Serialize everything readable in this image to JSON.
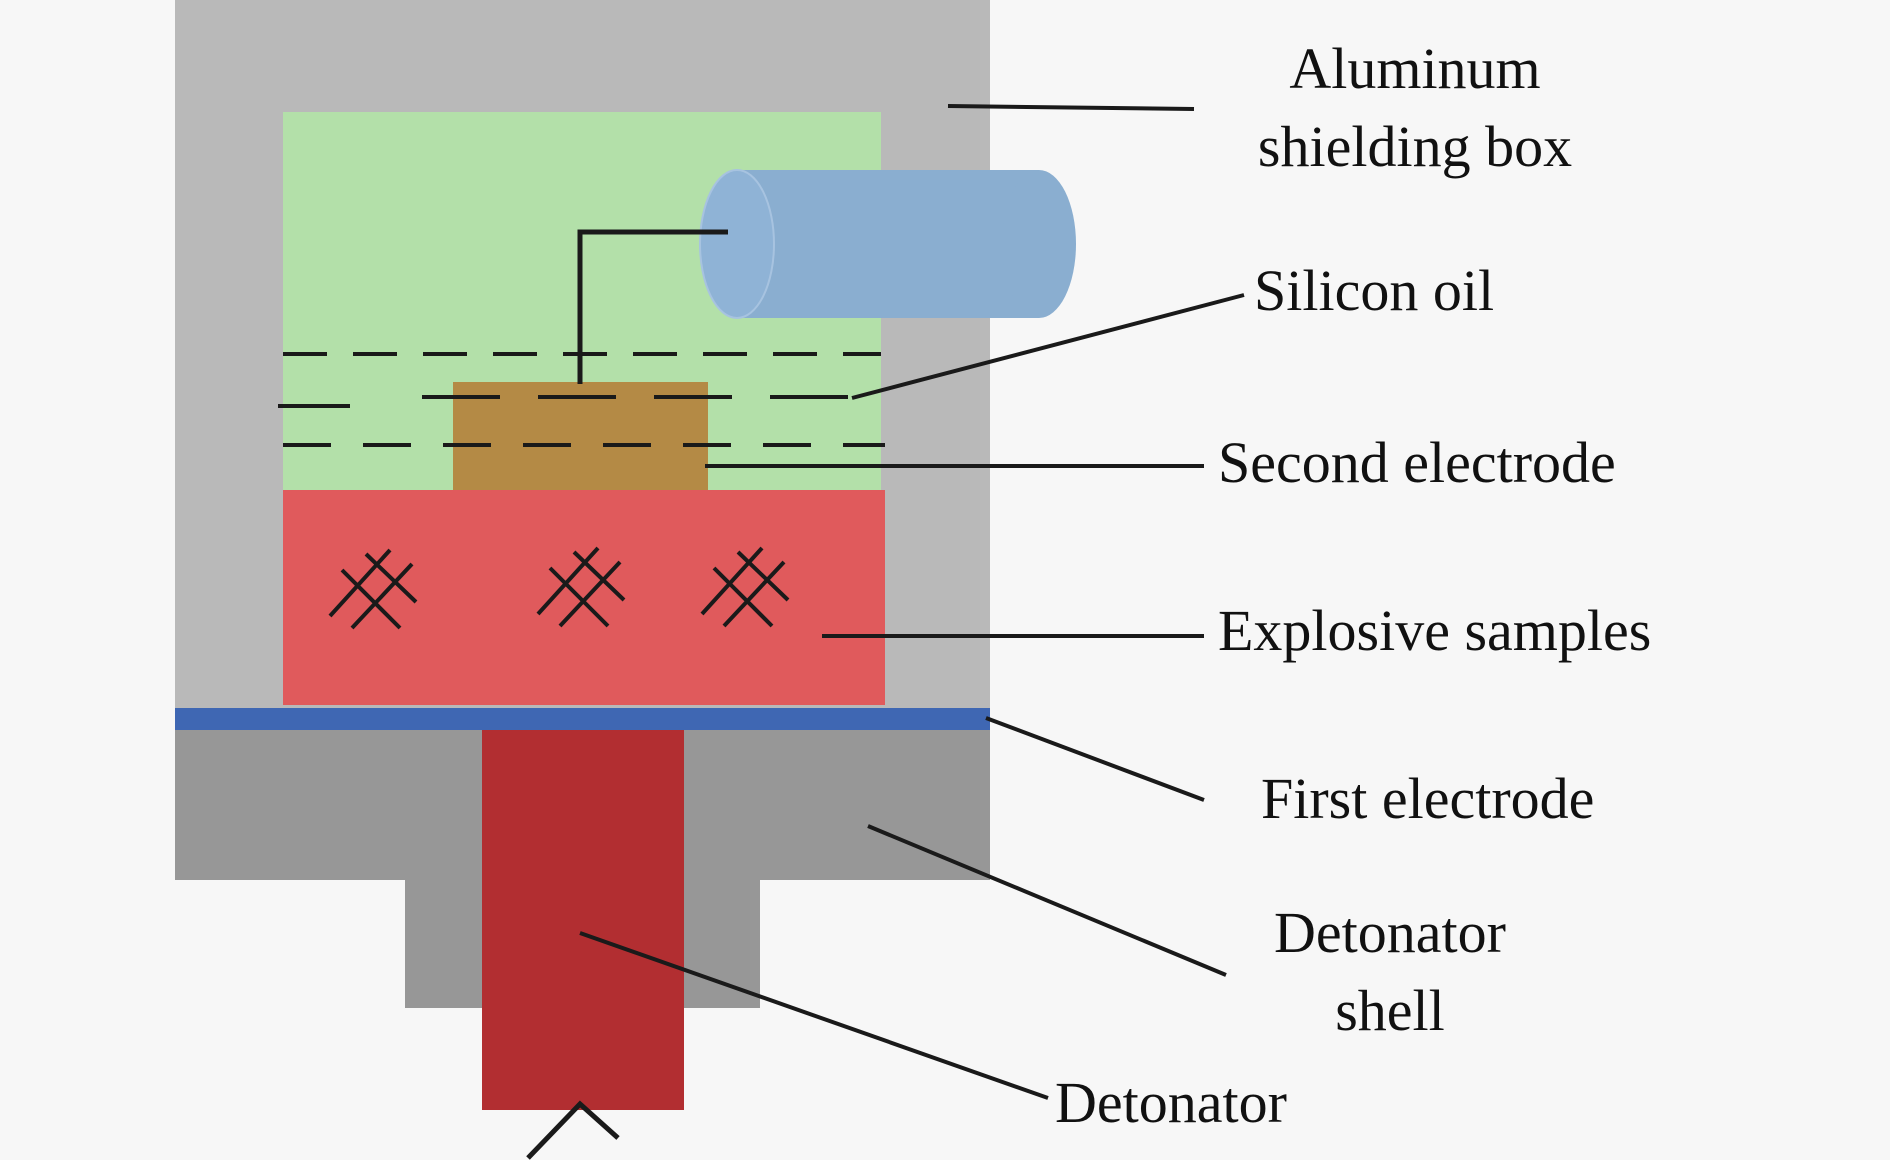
{
  "labels": {
    "aluminum_box_line1": "Aluminum",
    "aluminum_box_line2": "shielding box",
    "silicon_oil": "Silicon oil",
    "second_electrode": "Second electrode",
    "explosive_samples": "Explosive samples",
    "first_electrode": "First electrode",
    "detonator_shell_line1": "Detonator",
    "detonator_shell_line2": "shell",
    "detonator": "Detonator"
  },
  "colors": {
    "aluminum_box": "#b9b9b9",
    "silicon_oil": "#b3e0a9",
    "cable": "#8aaed0",
    "second_electrode": "#b48a45",
    "explosive_samples": "#e05a5c",
    "first_electrode": "#3f67b3",
    "detonator_shell": "#979797",
    "detonator": "#b22e31",
    "lines": "#1a1a1a"
  }
}
